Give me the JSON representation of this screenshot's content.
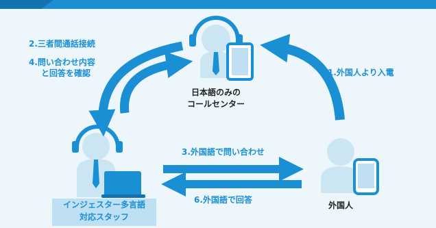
{
  "colors": {
    "accent": "#1b8fd3",
    "figure": "#cce5f3",
    "figure_dark": "#1b8fd3",
    "background": "#edf6fb",
    "label": "#1b8fd3",
    "text": "#222222"
  },
  "icons": [
    "operator-headset-icon",
    "tablet-icon",
    "laptop-icon",
    "smartphone-icon",
    "person-icon",
    "arrow-icon"
  ],
  "labels": {
    "step1": "1.外国人より入電",
    "step2": "2.三者間通話接続",
    "step3": "3.外国語で問い合わせ",
    "step4_line1": "4.問い合わせ内容",
    "step4_line2": "と回答を確認",
    "step6": "6.外国語で回答"
  },
  "nodes": {
    "call_center_line1": "日本語のみの",
    "call_center_line2": "コールセンター",
    "interpreter_line1": "インジェスター多言語",
    "interpreter_line2": "対応スタッフ",
    "foreigner": "外国人"
  }
}
